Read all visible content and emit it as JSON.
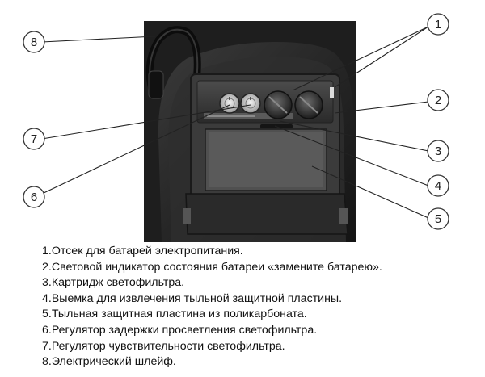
{
  "callouts": [
    "1",
    "2",
    "3",
    "4",
    "5",
    "6",
    "7",
    "8"
  ],
  "legend": [
    "1.Отсек для батарей электропитания.",
    "2.Световой индикатор состояния батареи «замените батарею».",
    "3.Картридж светофильтра.",
    "4.Выемка для извлечения тыльной защитной пластины.",
    "5.Тыльная защитная пластина из поликарбоната.",
    "6.Регулятор задержки просветления светофильтра.",
    "7.Регулятор чувствительности светофильтра.",
    "8.Электрический шлейф."
  ]
}
